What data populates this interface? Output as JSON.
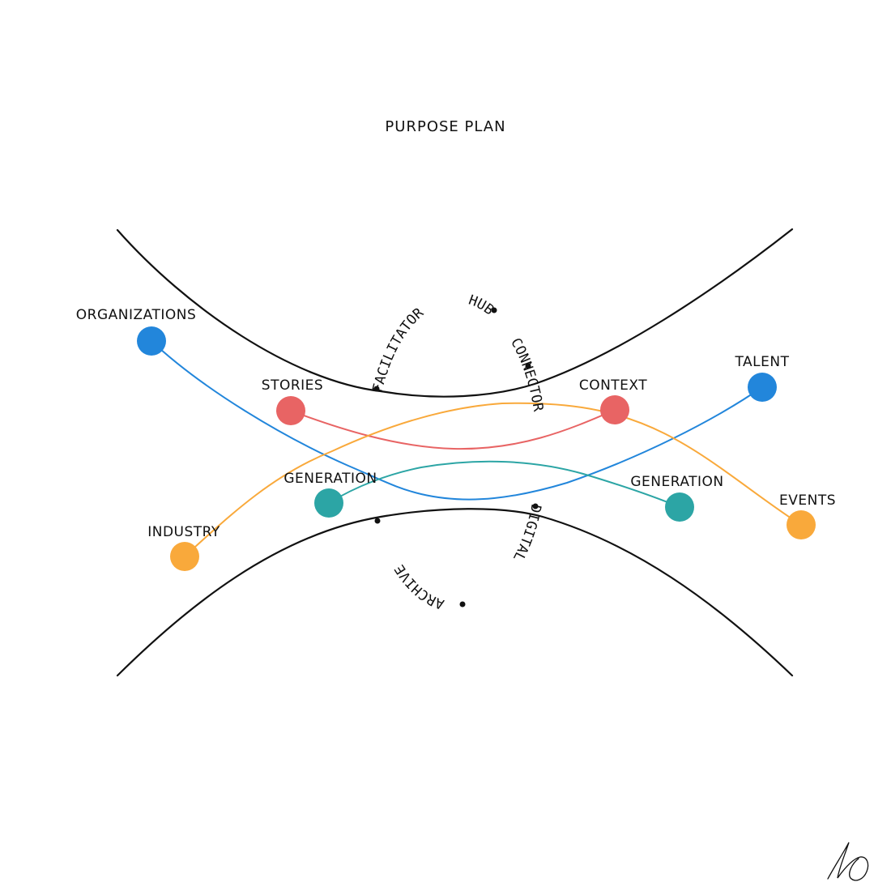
{
  "title": "PURPOSE PLAN",
  "colors": {
    "blue": "#2286db",
    "red": "#e86464",
    "orange": "#f9a93b",
    "teal": "#2ca5a5",
    "ink": "#111111"
  },
  "nodes": {
    "organizations": {
      "label": "ORGANIZATIONS",
      "color": "blue"
    },
    "stories": {
      "label": "STORIES",
      "color": "red"
    },
    "generation_left": {
      "label": "GENERATION",
      "color": "teal"
    },
    "industry": {
      "label": "INDUSTRY",
      "color": "orange"
    },
    "context": {
      "label": "CONTEXT",
      "color": "red"
    },
    "talent": {
      "label": "TALENT",
      "color": "blue"
    },
    "generation_right": {
      "label": "GENERATION",
      "color": "teal"
    },
    "events": {
      "label": "EVENTS",
      "color": "orange"
    }
  },
  "links": [
    {
      "from": "ORGANIZATIONS",
      "to": "TALENT",
      "color": "blue"
    },
    {
      "from": "STORIES",
      "to": "CONTEXT",
      "color": "red"
    },
    {
      "from": "INDUSTRY",
      "to": "EVENTS",
      "color": "orange"
    },
    {
      "from": "GENERATION",
      "to": "GENERATION",
      "color": "teal"
    }
  ],
  "ring": {
    "facilitator": "FACILITATOR",
    "hub": "HUB",
    "connector": "CONNECTOR",
    "digital": "DIGITAL",
    "archive": "ARCHIVE"
  }
}
